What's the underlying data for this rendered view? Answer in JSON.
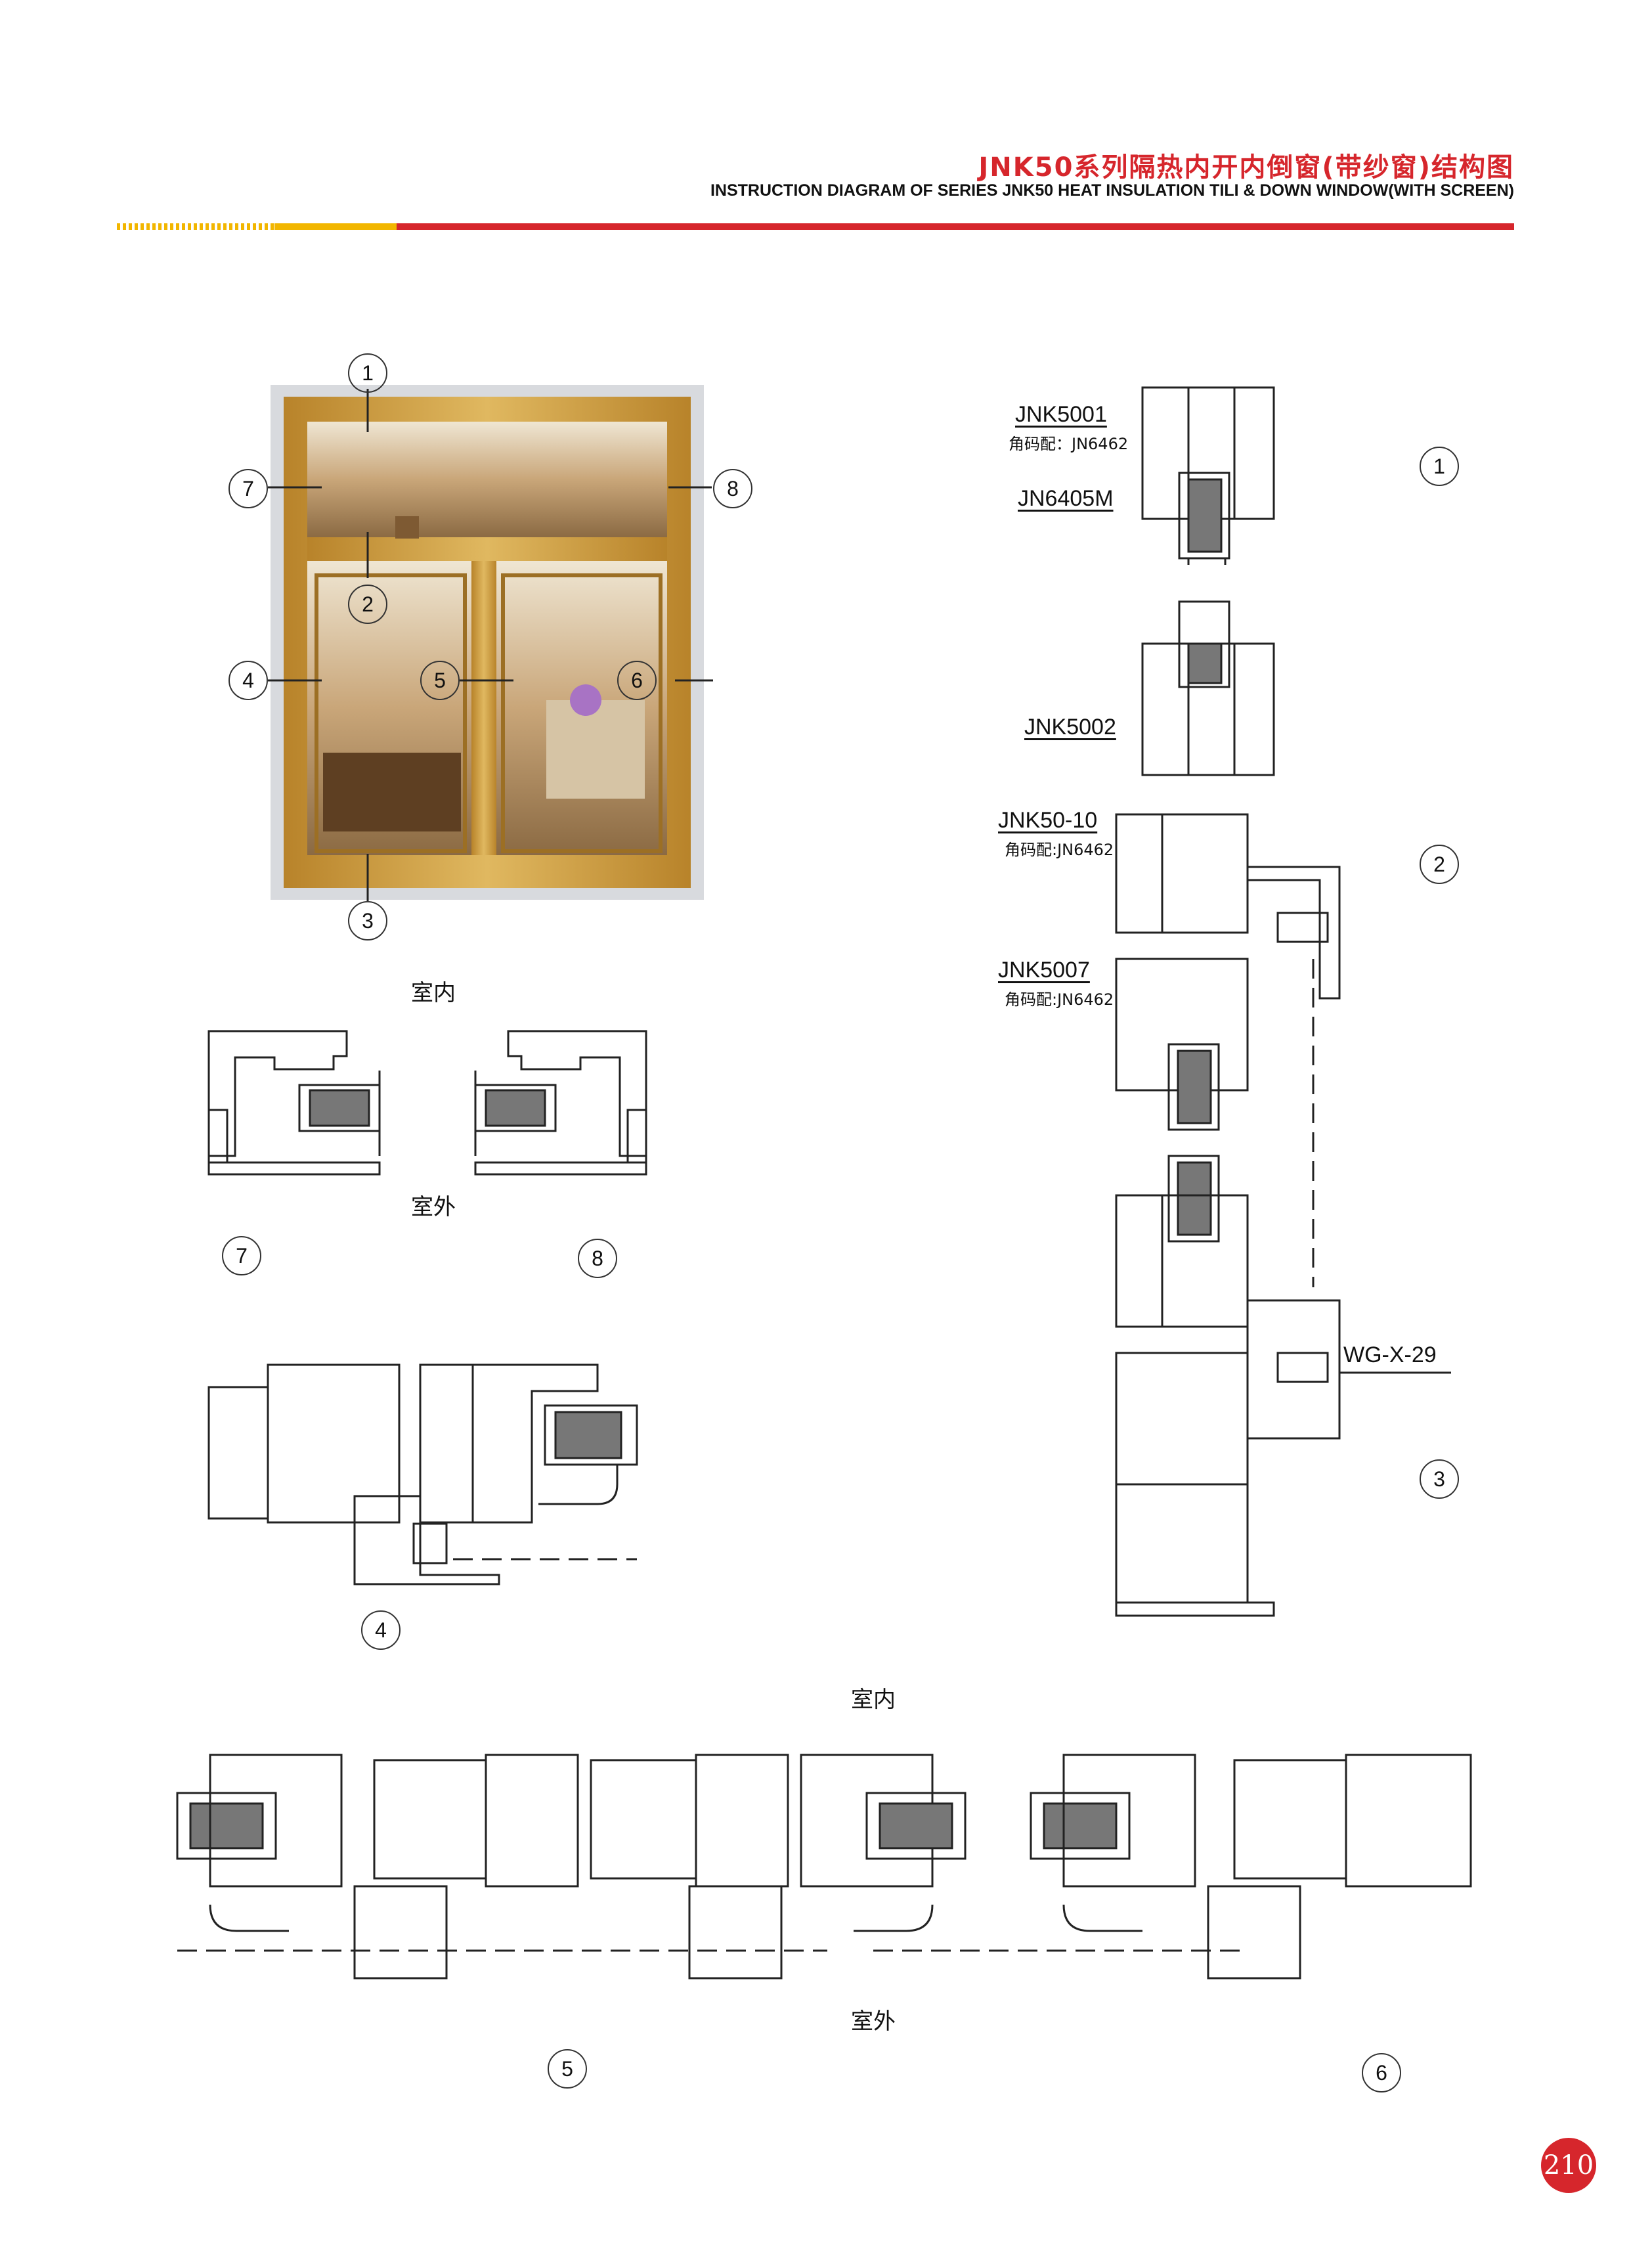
{
  "header": {
    "title_cn": "JNK50系列隔热内开内倒窗(带纱窗)结构图",
    "title_en": "INSTRUCTION DIAGRAM OF SERIES JNK50 HEAT INSULATION TILI & DOWN WINDOW(WITH SCREEN)"
  },
  "window_callouts": [
    "1",
    "2",
    "3",
    "4",
    "5",
    "6",
    "7",
    "8"
  ],
  "labels": {
    "indoor": "室内",
    "outdoor": "室外"
  },
  "profiles": {
    "p1_code": "JNK5001",
    "p1_corner": "角码配：JN6462",
    "p1_bead": "JN6405M",
    "p2_code": "JNK5002",
    "p3_code": "JNK50-10",
    "p3_corner": "角码配:JN6462",
    "p4_code": "JNK5007",
    "p4_corner": "角码配:JN6462",
    "screen_code": "WG-X-29"
  },
  "section_numbers": {
    "s1": "1",
    "s2": "2",
    "s3": "3",
    "s4": "4",
    "s5": "5",
    "s6": "6",
    "s7": "7",
    "s8": "8"
  },
  "page_number": "210",
  "colors": {
    "accent_red": "#d6262c",
    "accent_orange": "#f2b600",
    "frame_wood": "#c89a3a"
  }
}
